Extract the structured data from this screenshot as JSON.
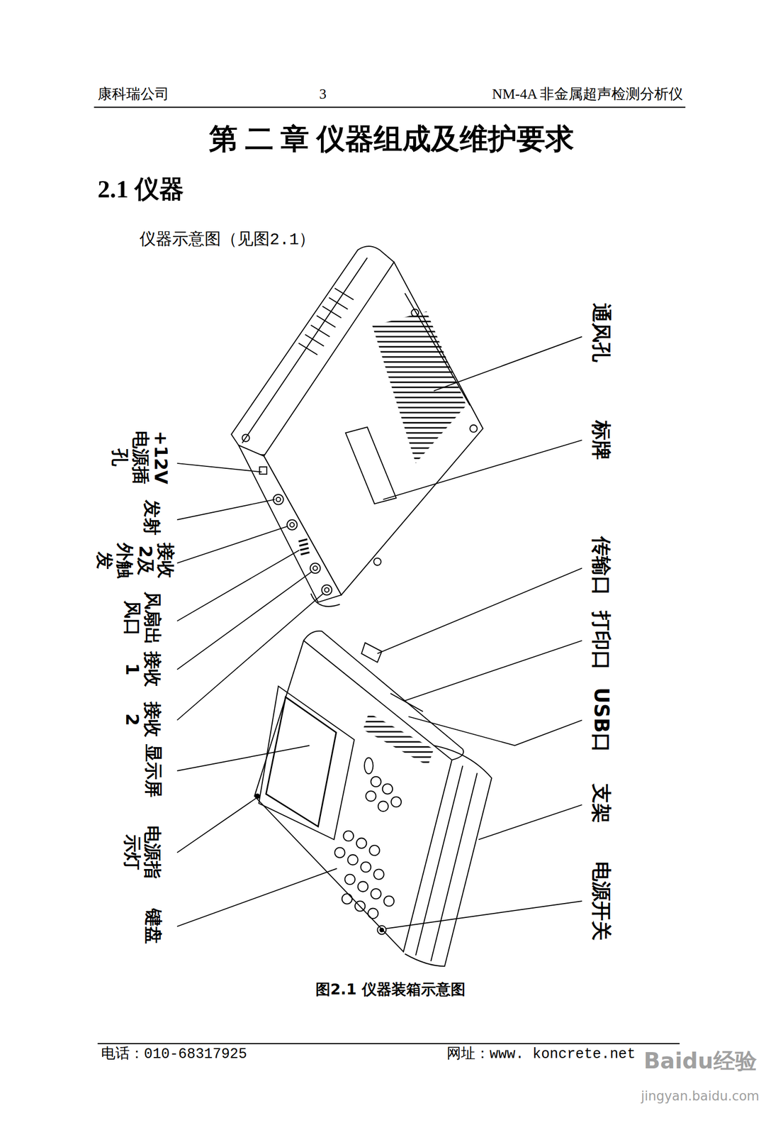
{
  "diagram": {
    "title": "第 二 章 仪器组成及维护要求",
    "caption": "图2.1 仪器装箱示意图",
    "labels": [
      "康科瑞公司",
      "3",
      "NM-4A 非金属超声检测分析仪",
      "2.1 仪器",
      "仪器示意图（见图2.1）",
      "+12V电源插孔",
      "发射",
      "接收2及外触发",
      "风扇出风口",
      "接收1",
      "接收2",
      "显示屏",
      "电源指示灯",
      "键盘",
      "通风孔",
      "标牌",
      "传输口",
      "打印口",
      "USB口",
      "支架",
      "电源开关",
      "电话：010-68317925",
      "网址：www. koncrete.net",
      "Baidu经验",
      "jingyan.baidu.com"
    ]
  }
}
